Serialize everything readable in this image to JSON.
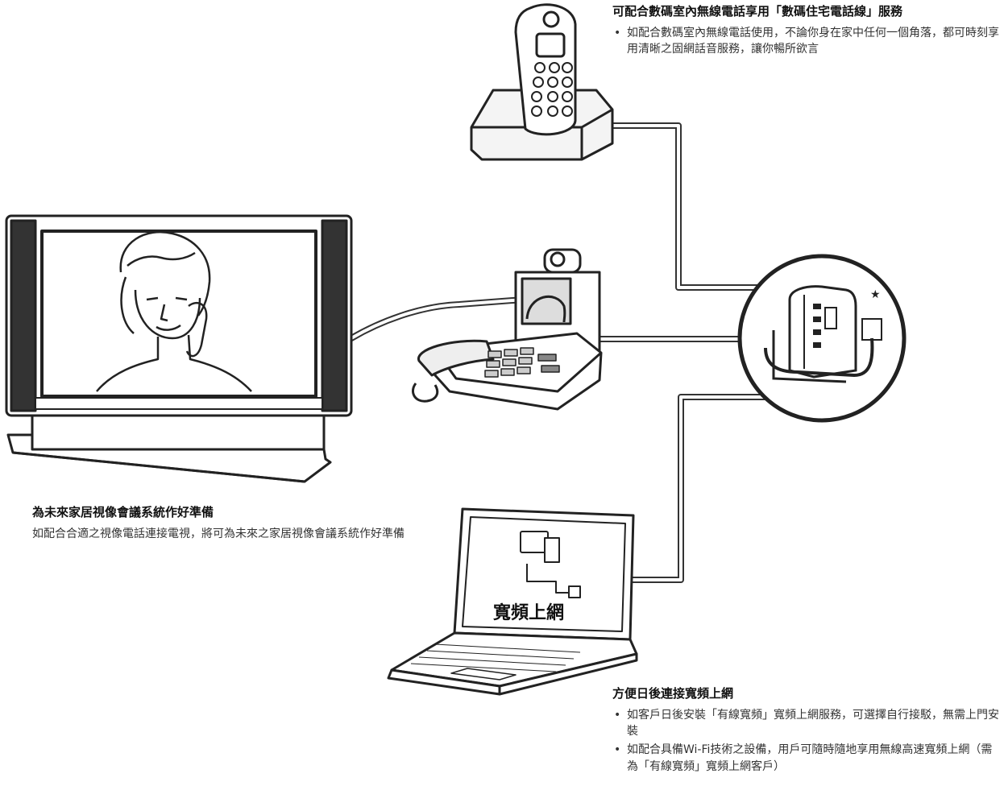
{
  "captions": {
    "phone": {
      "title": "可配合數碼室內無線電話享用「數碼住宅電話線」服務",
      "bullets": [
        "如配合數碼室內無線電話使用，不論你身在家中任何一個角落，都可時刻享用清晰之固網話音服務，讓你暢所欲言"
      ]
    },
    "tv": {
      "title": "為未來家居視像會議系統作好準備",
      "body": "如配合合適之視像電話連接電視，將可為未來之家居視像會議系統作好準備"
    },
    "laptop": {
      "title": "方便日後連接寬頻上網",
      "bullets": [
        "如客戶日後安裝「有線寬頻」寬頻上網服務，可選擇自行接駁，無需上門安裝",
        "如配合具備Wi-Fi技術之設備，用戶可隨時隨地享用無線高速寬頻上網（需為「有線寬頻」寬頻上網客戶）"
      ]
    }
  },
  "laptop_screen_label": "寬頻上網",
  "modem_marker": "★"
}
